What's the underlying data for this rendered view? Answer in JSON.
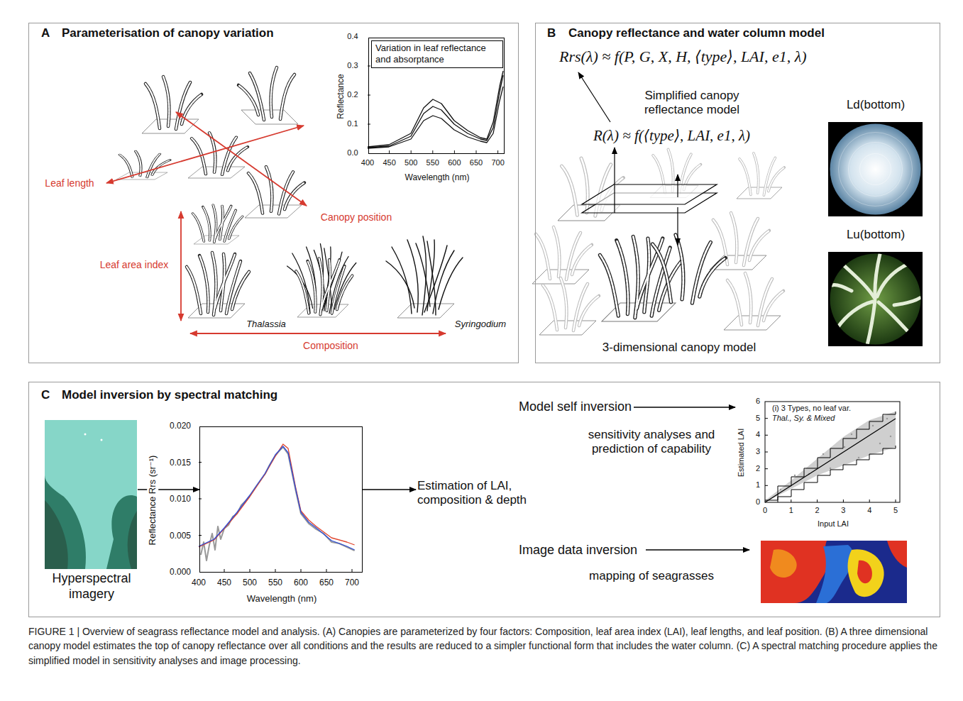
{
  "diagram": {
    "caption": "FIGURE 1 | Overview of seagrass reflectance model and analysis. (A) Canopies are parameterized by four factors: Composition, leaf area index (LAI), leaf lengths, and leaf position. (B) A three dimensional canopy model estimates the top of canopy reflectance over all conditions and the results are reduced to a simpler functional form that includes the water column. (C) A spectral matching procedure applies the simplified model in sensitivity analyses and image processing.",
    "nodes": [
      {
        "text": [
          "A",
          "Parameterisation of canopy variation"
        ]
      },
      {
        "text": [
          "Variation in leaf reflectance and absorptance",
          "Reflectance",
          "Wavelength (nm)"
        ],
        "in": 0
      },
      {
        "text": [
          "B",
          "Canopy reflectance and water column model"
        ]
      },
      {
        "text": [
          "Ld(bottom)"
        ],
        "in": 2
      },
      {
        "text": [
          "Lu(bottom)"
        ],
        "in": 2
      },
      {
        "text": [
          "C",
          "Model inversion by spectral matching"
        ]
      },
      {
        "text": [
          "Hyperspectral imagery"
        ],
        "in": 5
      },
      {
        "text": [
          "Reflectance Rrs (sr⁻¹)",
          "Wavelength (nm)"
        ],
        "in": 5
      },
      {
        "text": [
          "Estimation of LAI, composition & depth"
        ],
        "in": 5
      },
      {
        "text": [
          "Model self inversion"
        ],
        "in": 5
      },
      {
        "text": [
          "(i) 3 Types, no leaf var.",
          "Thal., Sy. & Mixed",
          "Estimated LAI",
          "Input LAI"
        ],
        "in": 5
      },
      {
        "text": [
          "Image data inversion"
        ],
        "in": 5
      }
    ],
    "edges": [
      {
        "from": 6,
        "to": 7,
        "arrow": "to"
      },
      {
        "from": 7,
        "to": 8,
        "arrow": "to"
      },
      {
        "from": 9,
        "to": 10,
        "arrow": "to"
      }
    ],
    "labels": [
      "Leaf length",
      "Canopy position",
      "Leaf area index",
      "Thalassia",
      "Syringodium",
      "Composition",
      "0.4",
      "0.3",
      "0.2",
      "0.1",
      "0.0",
      "400",
      "450",
      "500",
      "550",
      "600",
      "650",
      "700",
      "Rrs(λ) ≈ f(P, G, X, H, ⟨type⟩, LAI, e1, λ)",
      "Simplified canopy reflectance model",
      "R(λ) ≈ f(⟨type⟩, LAI, e1, λ)",
      "3-dimensional canopy model",
      "0.020",
      "0.015",
      "0.010",
      "0.005",
      "0.000",
      "400",
      "450",
      "500",
      "550",
      "600",
      "650",
      "700",
      "sensitivity analyses and prediction of capability",
      "6",
      "5",
      "4",
      "3",
      "2",
      "1",
      "0",
      "0",
      "1",
      "2",
      "3",
      "4",
      "5",
      "mapping of seagrasses"
    ]
  }
}
